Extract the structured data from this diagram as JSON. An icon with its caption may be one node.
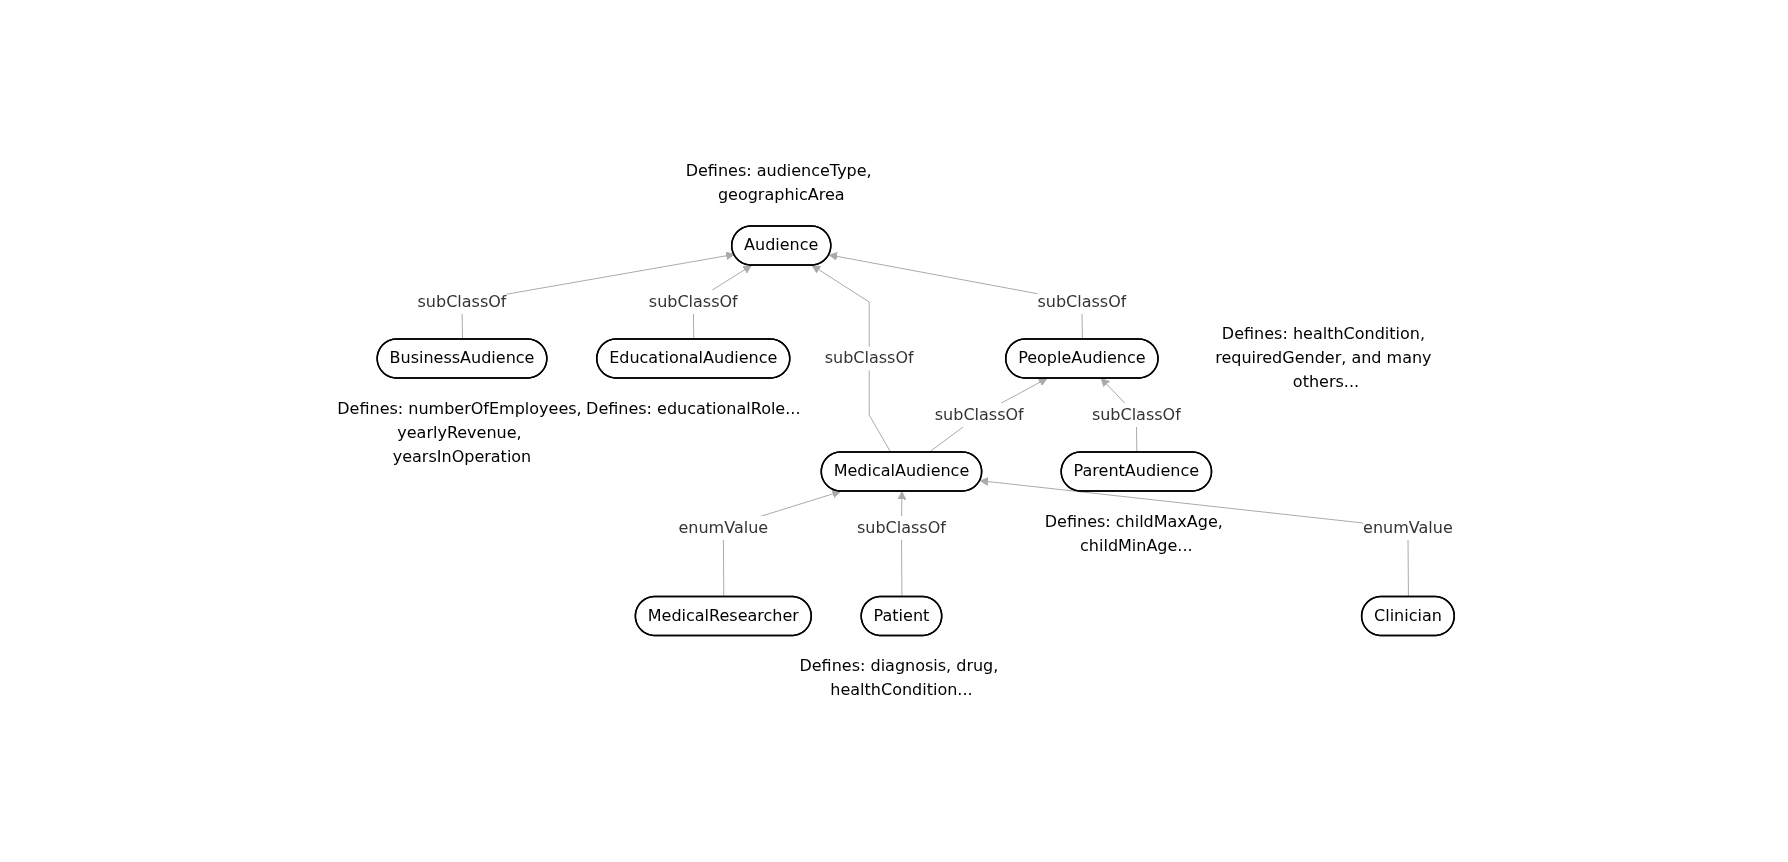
{
  "diagram": {
    "nodes": [
      {
        "text": [
          "Audience"
        ],
        "beside": [
          "Defines: audienceType, geographicArea"
        ]
      },
      {
        "text": [
          "PeopleAudience"
        ],
        "beside": [
          "Defines: healthCondition, requiredGender, and many others..."
        ]
      },
      {
        "text": [
          "BusinessAudience"
        ],
        "beside": [
          "Defines: numberOfEmployees, yearlyRevenue, yearsInOperation"
        ]
      },
      {
        "text": [
          "EducationalAudience"
        ],
        "beside": [
          "Defines: educationalRole..."
        ]
      },
      {
        "text": [
          "MedicalAudience"
        ]
      },
      {
        "text": [
          "ParentAudience"
        ],
        "beside": [
          "Defines: childMaxAge, childMinAge..."
        ]
      },
      {
        "text": [
          "MedicalResearcher"
        ]
      },
      {
        "text": [
          "Patient"
        ],
        "beside": [
          "Defines: diagnosis, drug, healthCondition..."
        ]
      },
      {
        "text": [
          "Clinician"
        ]
      }
    ],
    "edges": [
      {
        "from": 2,
        "to": 0,
        "arrow": "to",
        "label": "subClassOf"
      },
      {
        "from": 3,
        "to": 0,
        "arrow": "to",
        "label": "subClassOf"
      },
      {
        "from": 4,
        "to": 0,
        "arrow": "to",
        "label": "subClassOf"
      },
      {
        "from": 1,
        "to": 0,
        "arrow": "to",
        "label": "subClassOf"
      },
      {
        "from": 4,
        "to": 1,
        "arrow": "to",
        "label": "subClassOf"
      },
      {
        "from": 5,
        "to": 1,
        "arrow": "to",
        "label": "subClassOf"
      },
      {
        "from": 6,
        "to": 4,
        "arrow": "to",
        "label": "enumValue"
      },
      {
        "from": 7,
        "to": 4,
        "arrow": "to",
        "label": "subClassOf"
      },
      {
        "from": 8,
        "to": 4,
        "arrow": "to",
        "label": "enumValue"
      }
    ]
  }
}
